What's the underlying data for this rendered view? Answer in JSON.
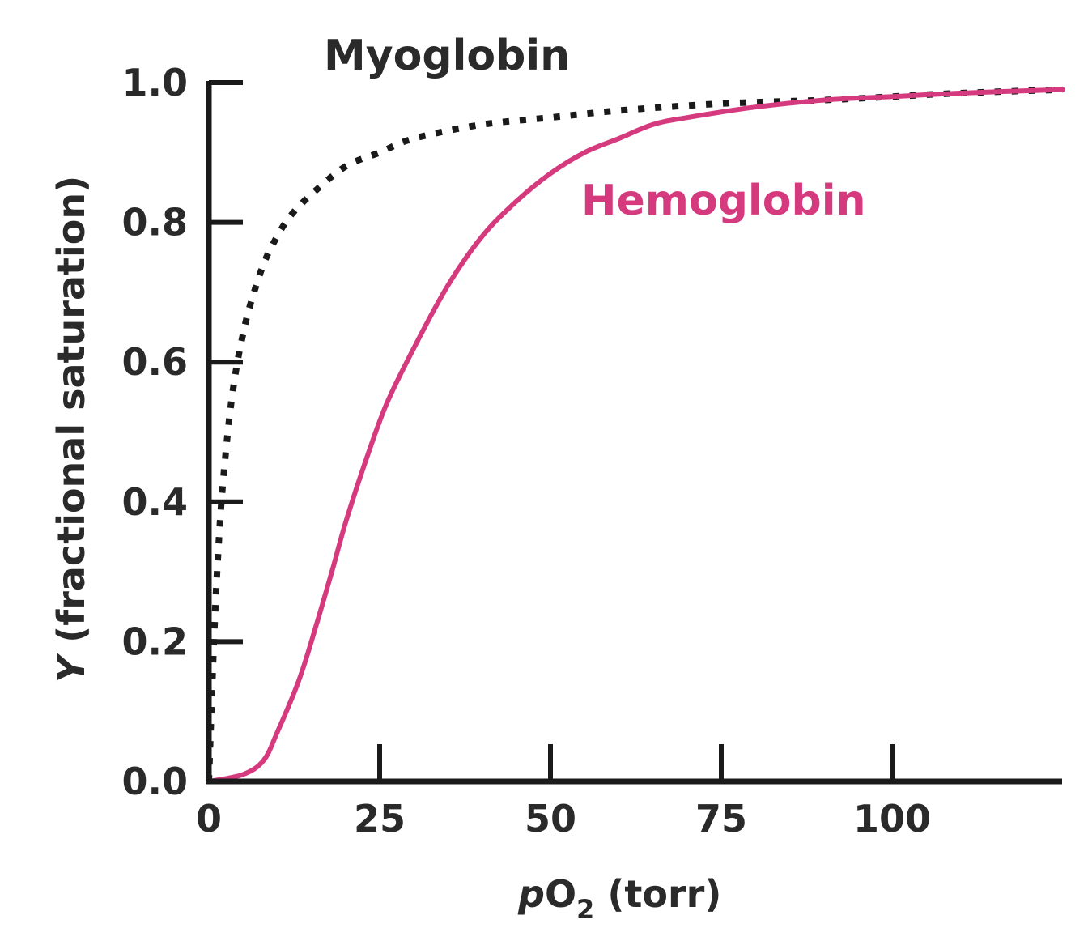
{
  "chart_data": {
    "type": "line",
    "title": "",
    "xlabel": {
      "italic": "p",
      "main": "O",
      "sub": "2",
      "rest": " (torr)"
    },
    "ylabel": {
      "italic": "Y",
      "rest": " (fractional saturation)"
    },
    "xlim": [
      0,
      125
    ],
    "ylim": [
      0,
      1.0
    ],
    "x_ticks": [
      0,
      25,
      50,
      75,
      100
    ],
    "x_tick_labels": [
      "0",
      "25",
      "50",
      "75",
      "100"
    ],
    "y_ticks": [
      0.0,
      0.2,
      0.4,
      0.6,
      0.8,
      1.0
    ],
    "y_tick_labels": [
      "0.0",
      "0.2",
      "0.4",
      "0.6",
      "0.8",
      "1.0"
    ],
    "grid": false,
    "series": [
      {
        "name": "Myoglobin",
        "color": "#1a1a1a",
        "style": "dotted",
        "points": [
          [
            0,
            0.0
          ],
          [
            0.5,
            0.14
          ],
          [
            1,
            0.26
          ],
          [
            1.5,
            0.35
          ],
          [
            2,
            0.42
          ],
          [
            3,
            0.52
          ],
          [
            4,
            0.59
          ],
          [
            5,
            0.64
          ],
          [
            6,
            0.68
          ],
          [
            8,
            0.74
          ],
          [
            10,
            0.78
          ],
          [
            12,
            0.81
          ],
          [
            15,
            0.84
          ],
          [
            20,
            0.88
          ],
          [
            25,
            0.9
          ],
          [
            30,
            0.92
          ],
          [
            40,
            0.94
          ],
          [
            50,
            0.95
          ],
          [
            60,
            0.96
          ],
          [
            75,
            0.97
          ],
          [
            90,
            0.975
          ],
          [
            100,
            0.98
          ],
          [
            110,
            0.985
          ],
          [
            125,
            0.99
          ]
        ]
      },
      {
        "name": "Hemoglobin",
        "color": "#d63a7e",
        "style": "solid",
        "points": [
          [
            0,
            0.0
          ],
          [
            5,
            0.01
          ],
          [
            8,
            0.03
          ],
          [
            10,
            0.07
          ],
          [
            13,
            0.14
          ],
          [
            15,
            0.2
          ],
          [
            18,
            0.3
          ],
          [
            20,
            0.37
          ],
          [
            23,
            0.46
          ],
          [
            26,
            0.54
          ],
          [
            30,
            0.62
          ],
          [
            35,
            0.71
          ],
          [
            40,
            0.78
          ],
          [
            45,
            0.83
          ],
          [
            50,
            0.87
          ],
          [
            55,
            0.9
          ],
          [
            60,
            0.92
          ],
          [
            65,
            0.94
          ],
          [
            70,
            0.95
          ],
          [
            80,
            0.965
          ],
          [
            90,
            0.975
          ],
          [
            100,
            0.98
          ],
          [
            110,
            0.985
          ],
          [
            125,
            0.99
          ]
        ]
      }
    ]
  }
}
